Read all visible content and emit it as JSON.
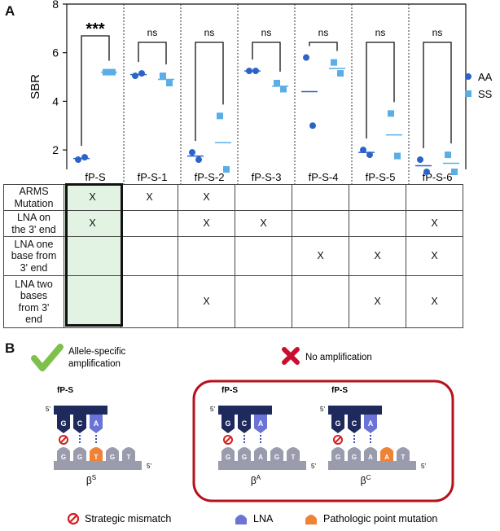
{
  "panel_a": {
    "letter": "A"
  },
  "panel_b": {
    "letter": "B"
  },
  "chart_data": {
    "type": "scatter",
    "ylabel": "SBR",
    "yticks": [
      "2",
      "4",
      "6",
      "8"
    ],
    "ylim": [
      1,
      8
    ],
    "categories": [
      "fP-S",
      "fP-S-1",
      "fP-S-2",
      "fP-S-3",
      "fP-S-4",
      "fP-S-5",
      "fP-S-6"
    ],
    "series": [
      {
        "name": "AA",
        "color": "#2b63c8",
        "marker": "circle",
        "points": [
          [
            1.6,
            1.7
          ],
          [
            5.05,
            5.15
          ],
          [
            1.9,
            1.6
          ],
          [
            5.25,
            5.25
          ],
          [
            5.8,
            3.0
          ],
          [
            2.0,
            1.8
          ],
          [
            1.6,
            1.1
          ]
        ],
        "means": [
          1.65,
          5.1,
          1.75,
          5.25,
          4.4,
          1.9,
          1.35
        ]
      },
      {
        "name": "SS",
        "color": "#5aaee6",
        "marker": "square",
        "points": [
          [
            5.2,
            5.2
          ],
          [
            5.05,
            4.75
          ],
          [
            3.4,
            1.2
          ],
          [
            4.75,
            4.5
          ],
          [
            5.6,
            5.15
          ],
          [
            3.5,
            1.75
          ],
          [
            1.8,
            1.1
          ]
        ],
        "means": [
          5.2,
          4.9,
          2.3,
          4.62,
          5.35,
          2.62,
          1.45
        ]
      }
    ],
    "significance": [
      "***",
      "ns",
      "ns",
      "ns",
      "ns",
      "ns",
      "ns"
    ],
    "legend_position": "right"
  },
  "table": {
    "header": [
      "fP-S",
      "fP-S-1",
      "fP-S-2",
      "fP-S-3",
      "fP-S-4",
      "fP-S-5",
      "fP-S-6"
    ],
    "rows": [
      {
        "label_lines": [
          "ARMS",
          "Mutation"
        ],
        "cells": [
          "X",
          "X",
          "X",
          "",
          "",
          "",
          ""
        ]
      },
      {
        "label_lines": [
          "LNA on",
          "the 3' end"
        ],
        "cells": [
          "X",
          "",
          "X",
          "X",
          "",
          "",
          "X"
        ]
      },
      {
        "label_lines": [
          "LNA one",
          "base from",
          "3' end"
        ],
        "cells": [
          "",
          "",
          "",
          "",
          "X",
          "X",
          "X"
        ]
      },
      {
        "label_lines": [
          "LNA two",
          "bases",
          "from 3'",
          "end"
        ],
        "cells": [
          "",
          "",
          "X",
          "",
          "",
          "X",
          "X"
        ]
      }
    ]
  },
  "diagram": {
    "allele_specific_lines": [
      "Allele-specific",
      "amplification"
    ],
    "no_amplification": "No amplification",
    "primer_name": "fP-S",
    "prime5": "5'",
    "primer_bases": [
      "G",
      "C",
      "A"
    ],
    "constructs": [
      {
        "template_bases": [
          "G",
          "G",
          "T",
          "G",
          "T"
        ],
        "label_main": "β",
        "label_sup": "S",
        "color_pathologic": 2
      },
      {
        "template_bases": [
          "G",
          "G",
          "A",
          "G",
          "T"
        ],
        "label_main": "β",
        "label_sup": "A",
        "color_pathologic": -1
      },
      {
        "template_bases": [
          "G",
          "G",
          "A",
          "A",
          "T"
        ],
        "label_main": "β",
        "label_sup": "C",
        "color_pathologic": 3
      }
    ],
    "legend": {
      "mismatch": "Strategic mismatch",
      "lna": "LNA",
      "pathologic": "Pathologic point mutation"
    },
    "colors": {
      "primer": "#1f2a5c",
      "lna": "#6b73d6",
      "template": "#9a9cae",
      "pathologic": "#ee8236",
      "mismatch": "#d42020",
      "box": "#b5121b",
      "check": "#7dc04b"
    }
  }
}
